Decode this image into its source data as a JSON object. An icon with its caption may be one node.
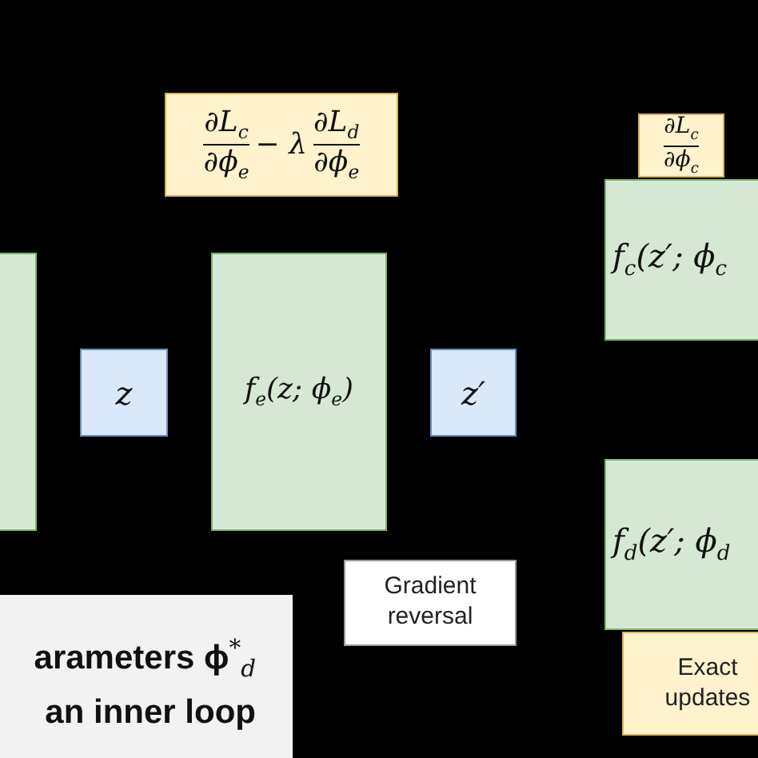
{
  "diagram": {
    "nodes": [
      {
        "text": [
          "∂L$_{c}$",
          "∂ϕ$_{e}$",
          "− λ",
          "∂L$_{d}$",
          "∂ϕ$_{e}$"
        ]
      },
      {
        "text": [
          "∂L$_{c}$",
          "∂ϕ$_{c}$"
        ]
      },
      {
        "text": [
          "f$_{c}$(z′; ϕ$_{c}$"
        ]
      },
      {
        "text": [],
        "shape": "box"
      },
      {
        "text": [
          "z"
        ]
      },
      {
        "text": [
          "f$_{e}$(z; ϕ$_{e}$)"
        ]
      },
      {
        "text": [
          "z′"
        ]
      },
      {
        "text": [
          "f$_{d}$(z′; ϕ$_{d}$"
        ]
      },
      {
        "text": [
          "Gradient reversal"
        ]
      },
      {
        "text": [
          "Exact updates"
        ]
      },
      {
        "text": [
          "arameters ϕ$^{*}$$_{d}$",
          "an inner loop"
        ]
      }
    ]
  }
}
